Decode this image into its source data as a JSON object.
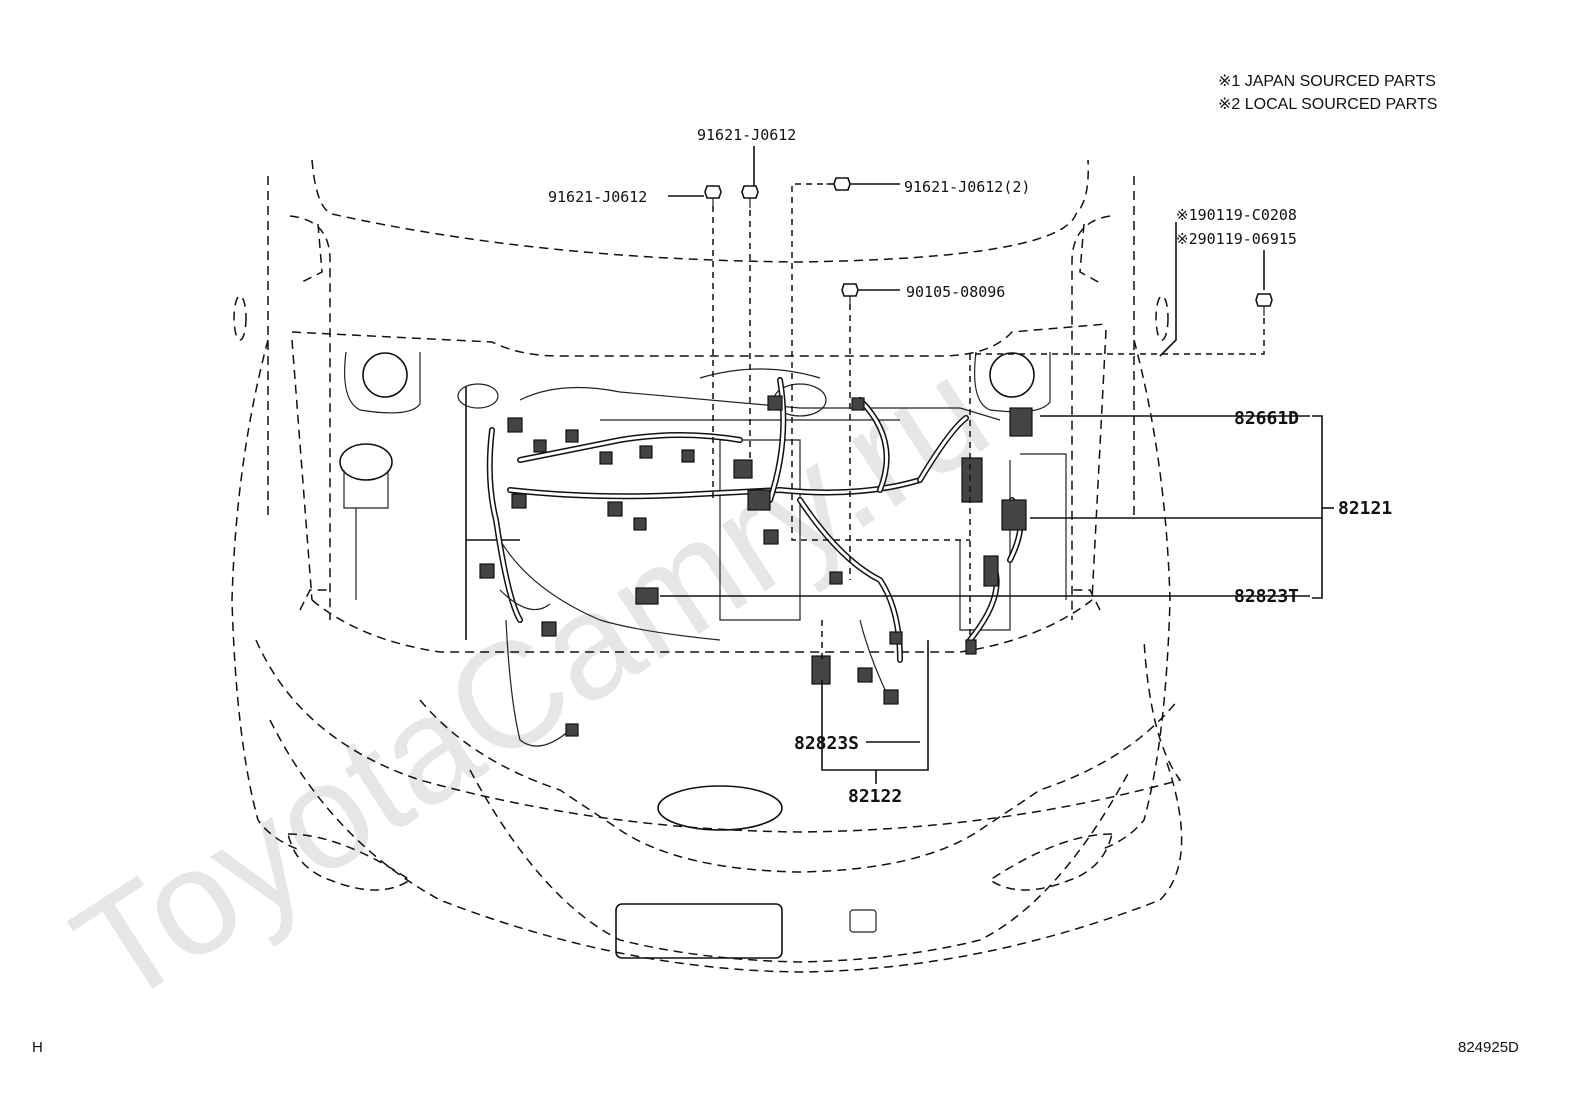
{
  "notes": {
    "japan": "※1 JAPAN SOURCED PARTS",
    "local": "※2 LOCAL SOURCED PARTS"
  },
  "parts": {
    "bolt_top": "91621-J0612",
    "bolt_left": "91621-J0612",
    "bolt_right_qty": "91621-J0612(2)",
    "bolt_japan": "※190119-C0208",
    "bolt_local": "※290119-06915",
    "bolt_center": "90105-08096",
    "p82661D": "82661D",
    "p82121": "82121",
    "p82823T": "82823T",
    "p82823S": "82823S",
    "p82122": "82122"
  },
  "footer": {
    "left_code": "H",
    "drawing_no": "824925D"
  },
  "watermark": "ToyotaCamry.ru",
  "icons": {
    "bolt": "bolt-icon",
    "connector": "connector-icon",
    "harness": "wire-harness-icon"
  }
}
